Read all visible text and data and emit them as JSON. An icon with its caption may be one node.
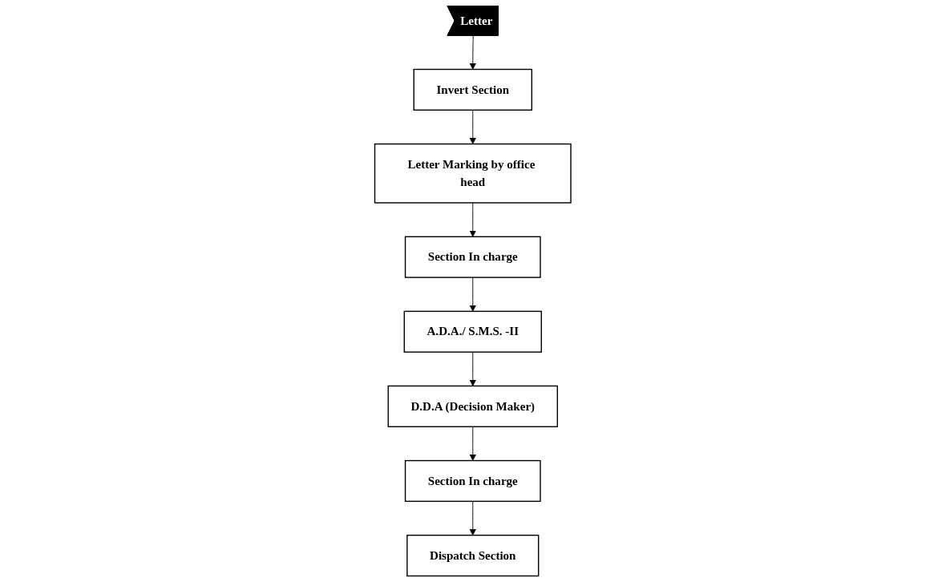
{
  "diagram": {
    "nodes": [
      {
        "text": [
          "Letter"
        ]
      },
      {
        "text": [
          "Invert Section"
        ]
      },
      {
        "text": [
          "Letter Marking by office head"
        ]
      },
      {
        "text": [
          "Section In charge"
        ]
      },
      {
        "text": [
          "A.D.A./ S.M.S. -II"
        ]
      },
      {
        "text": [
          "D.D.A (Decision Maker)"
        ]
      },
      {
        "text": [
          "Section In charge"
        ]
      },
      {
        "text": [
          "Dispatch Section"
        ]
      }
    ],
    "edges": [
      {
        "from": 0,
        "to": 1,
        "arrow": "to"
      },
      {
        "from": 1,
        "to": 2,
        "arrow": "to"
      },
      {
        "from": 2,
        "to": 3,
        "arrow": "to"
      },
      {
        "from": 3,
        "to": 4,
        "arrow": "to"
      },
      {
        "from": 4,
        "to": 5,
        "arrow": "to"
      },
      {
        "from": 5,
        "to": 6,
        "arrow": "to"
      },
      {
        "from": 6,
        "to": 7,
        "arrow": "to"
      }
    ]
  }
}
